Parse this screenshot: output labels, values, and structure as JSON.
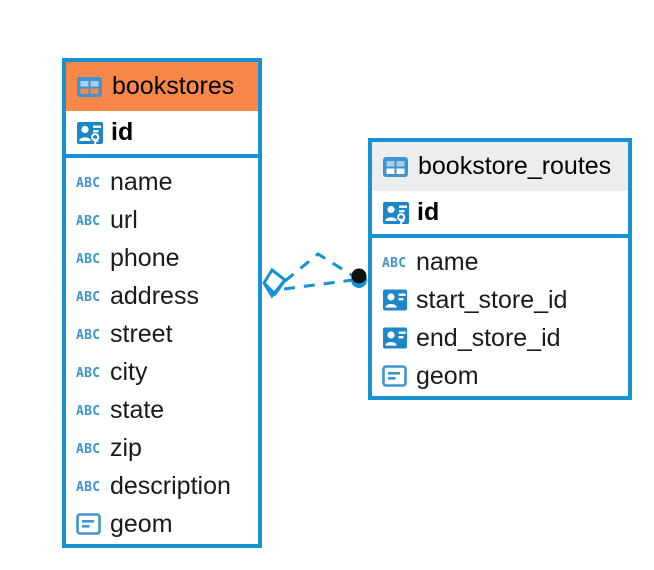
{
  "diagram": {
    "type": "entity-relationship-diagram",
    "background": "#ffffff",
    "colors": {
      "accent_blue": "#1592d4",
      "header_orange": "#f9874a",
      "header_gray": "#ededed",
      "icon_blue": "#3d94d1",
      "text": "#000000",
      "endpoint_black": "#111111"
    },
    "tables": [
      {
        "name": "bookstores",
        "header_style": "orange",
        "header_icon": "table-icon",
        "primary_key": {
          "label": "id",
          "icon": "primary-key-icon"
        },
        "fields": [
          {
            "label": "name",
            "icon": "abc-icon"
          },
          {
            "label": "url",
            "icon": "abc-icon"
          },
          {
            "label": "phone",
            "icon": "abc-icon"
          },
          {
            "label": "address",
            "icon": "abc-icon"
          },
          {
            "label": "street",
            "icon": "abc-icon"
          },
          {
            "label": "city",
            "icon": "abc-icon"
          },
          {
            "label": "state",
            "icon": "abc-icon"
          },
          {
            "label": "zip",
            "icon": "abc-icon"
          },
          {
            "label": "description",
            "icon": "abc-icon"
          },
          {
            "label": "geom",
            "icon": "geometry-icon"
          }
        ]
      },
      {
        "name": "bookstore_routes",
        "header_style": "gray",
        "header_icon": "table-icon",
        "primary_key": {
          "label": "id",
          "icon": "primary-key-icon"
        },
        "fields": [
          {
            "label": "name",
            "icon": "abc-icon"
          },
          {
            "label": "start_store_id",
            "icon": "foreign-key-icon"
          },
          {
            "label": "end_store_id",
            "icon": "foreign-key-icon"
          },
          {
            "label": "geom",
            "icon": "geometry-icon"
          }
        ]
      }
    ],
    "relationship": {
      "style": "dashed",
      "color": "#1592d4",
      "source_endpoint": "diamond",
      "target_endpoint": "filled-circle"
    }
  }
}
